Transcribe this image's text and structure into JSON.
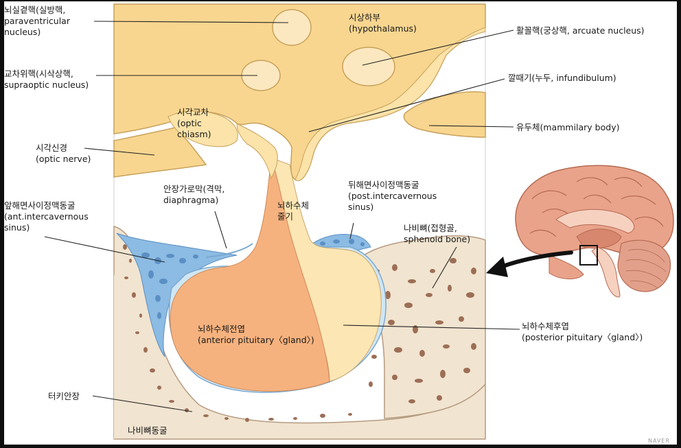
{
  "labels": {
    "paraventricular": [
      "뇌실곁핵(실방핵,",
      "paraventricular",
      "nucleus)"
    ],
    "supraoptic": [
      "교차위핵(시삭상핵,",
      "supraoptic nucleus)"
    ],
    "optic_nerve": [
      "시각신경",
      "(optic nerve)"
    ],
    "ant_sinus": [
      "앞해면사이정맥동굴",
      "(ant.intercavernous",
      "sinus)"
    ],
    "turkish_saddle": [
      "터키안장"
    ],
    "hypothalamus": [
      "시상하부",
      "(hypothalamus)"
    ],
    "optic_chiasm": [
      "시각교차",
      "(optic",
      "chiasm)"
    ],
    "diaphragma": [
      "안장가로막(격막,",
      "diaphragma)"
    ],
    "pituitary_stalk": [
      "뇌하수체",
      "줄기"
    ],
    "post_sinus": [
      "뒤해면사이정맥동굴",
      "(post.intercavernous",
      "sinus)"
    ],
    "sphenoid_bone": [
      "나비뼈(접형골,",
      "sphenoid bone)"
    ],
    "anterior_pituitary": [
      "뇌하수체전엽",
      "(anterior pituitary〈gland〉)"
    ],
    "arcuate": [
      "활꼴핵(궁상핵, arcuate nucleus)"
    ],
    "infundibulum": [
      "깔때기(누두, infundibulum)"
    ],
    "mammillary": [
      "유두체(mammilary body)"
    ],
    "posterior_pituitary": [
      "뇌하수체후엽",
      "(posterior pituitary〈gland〉)"
    ],
    "sphenoid_sinus": [
      "나비뼈동굴"
    ]
  },
  "watermark": "NAVER",
  "colors": {
    "background": "#0e0e0e",
    "frame": "#ffffff",
    "hypothalamus_fill": "#f8d690",
    "hypothalamus_light": "#fbe3a9",
    "nucleus_fill": "#fce8c0",
    "anterior_pituitary": "#f6b27e",
    "posterior_pituitary": "#fce6b4",
    "bone": "#f1e4d0",
    "bone_spots": "#9c6e55",
    "sinus_blue": "#8cbbe3",
    "sinus_dark": "#5b8fc4",
    "leader_line": "#222222"
  }
}
